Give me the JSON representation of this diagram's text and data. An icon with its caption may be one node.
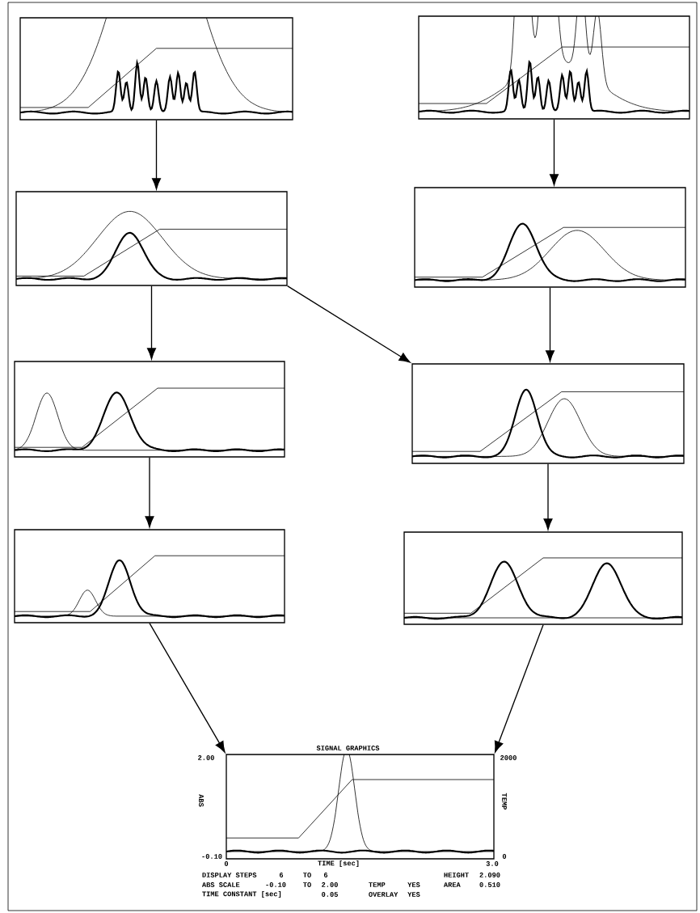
{
  "diagram": {
    "nodes": [
      {
        "text": [],
        "shape": "chart"
      },
      {
        "text": [],
        "shape": "chart"
      },
      {
        "text": [],
        "shape": "chart"
      },
      {
        "text": [],
        "shape": "chart"
      },
      {
        "text": [],
        "shape": "chart"
      },
      {
        "text": [],
        "shape": "chart"
      },
      {
        "text": [],
        "shape": "chart"
      },
      {
        "text": [],
        "shape": "chart"
      },
      {
        "text": [
          "SIGNAL GRAPHICS"
        ]
      }
    ],
    "edges": [
      {
        "from": 0,
        "to": 2,
        "arrow": "to"
      },
      {
        "from": 1,
        "to": 3,
        "arrow": "to"
      },
      {
        "from": 2,
        "to": 4,
        "arrow": "to"
      },
      {
        "from": 2,
        "to": 5,
        "arrow": "to"
      },
      {
        "from": 3,
        "to": 5,
        "arrow": "to"
      },
      {
        "from": 4,
        "to": 6,
        "arrow": "to"
      },
      {
        "from": 5,
        "to": 7,
        "arrow": "to"
      },
      {
        "from": 6,
        "to": 8,
        "arrow": "to"
      },
      {
        "from": 7,
        "to": 8,
        "arrow": "to"
      }
    ],
    "labels": [
      "2.00",
      "ABS",
      "-0.10",
      "2000",
      "TEMP",
      "0",
      "0",
      "TIME [sec]",
      "3.0",
      "DISPLAY STEPS",
      "6",
      "TO",
      "6",
      "HEIGHT",
      "2.090",
      "ABS SCALE",
      "-0.10",
      "TO",
      "2.00",
      "TEMP",
      "YES",
      "AREA",
      "0.510",
      "TIME CONSTANT [sec]",
      "0.05",
      "OVERLAY",
      "YES"
    ]
  }
}
